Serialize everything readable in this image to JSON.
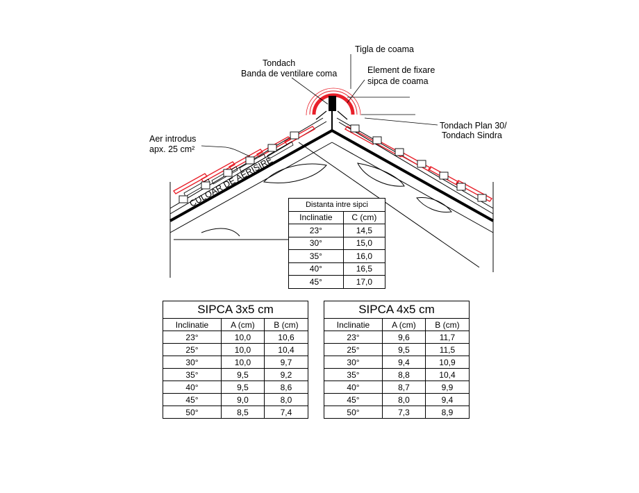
{
  "labels": {
    "tigla": "Tigla de coama",
    "tondach1": "Tondach",
    "tondach2": "Banda de ventilare coma",
    "element1": "Element de fixare",
    "element2": "sipca de coama",
    "plan1": "Tondach Plan 30/",
    "plan2": "Tondach Sindra",
    "aer1": "Aer introdus",
    "aer2": "apx. 25 cm²",
    "culoar": "CULOAR DE AERISIRE"
  },
  "colors": {
    "tile": "#e8202a",
    "line": "#000000"
  },
  "table_c": {
    "title": "Distanta intre sipci",
    "headers": [
      "Inclinatie",
      "C (cm)"
    ],
    "rows": [
      [
        "23°",
        "14,5"
      ],
      [
        "30°",
        "15,0"
      ],
      [
        "35°",
        "16,0"
      ],
      [
        "40°",
        "16,5"
      ],
      [
        "45°",
        "17,0"
      ]
    ]
  },
  "table_a": {
    "title": "SIPCA 3x5 cm",
    "headers": [
      "Inclinatie",
      "A (cm)",
      "B (cm)"
    ],
    "rows": [
      [
        "23°",
        "10,0",
        "10,6"
      ],
      [
        "25°",
        "10,0",
        "10,4"
      ],
      [
        "30°",
        "10,0",
        "9,7"
      ],
      [
        "35°",
        "9,5",
        "9,2"
      ],
      [
        "40°",
        "9,5",
        "8,6"
      ],
      [
        "45°",
        "9,0",
        "8,0"
      ],
      [
        "50°",
        "8,5",
        "7,4"
      ]
    ]
  },
  "table_b": {
    "title": "SIPCA 4x5 cm",
    "headers": [
      "Inclinatie",
      "A (cm)",
      "B (cm)"
    ],
    "rows": [
      [
        "23°",
        "9,6",
        "11,7"
      ],
      [
        "25°",
        "9,5",
        "11,5"
      ],
      [
        "30°",
        "9,4",
        "10,9"
      ],
      [
        "35°",
        "8,8",
        "10,4"
      ],
      [
        "40°",
        "8,7",
        "9,9"
      ],
      [
        "45°",
        "8,0",
        "9,4"
      ],
      [
        "50°",
        "7,3",
        "8,9"
      ]
    ]
  }
}
